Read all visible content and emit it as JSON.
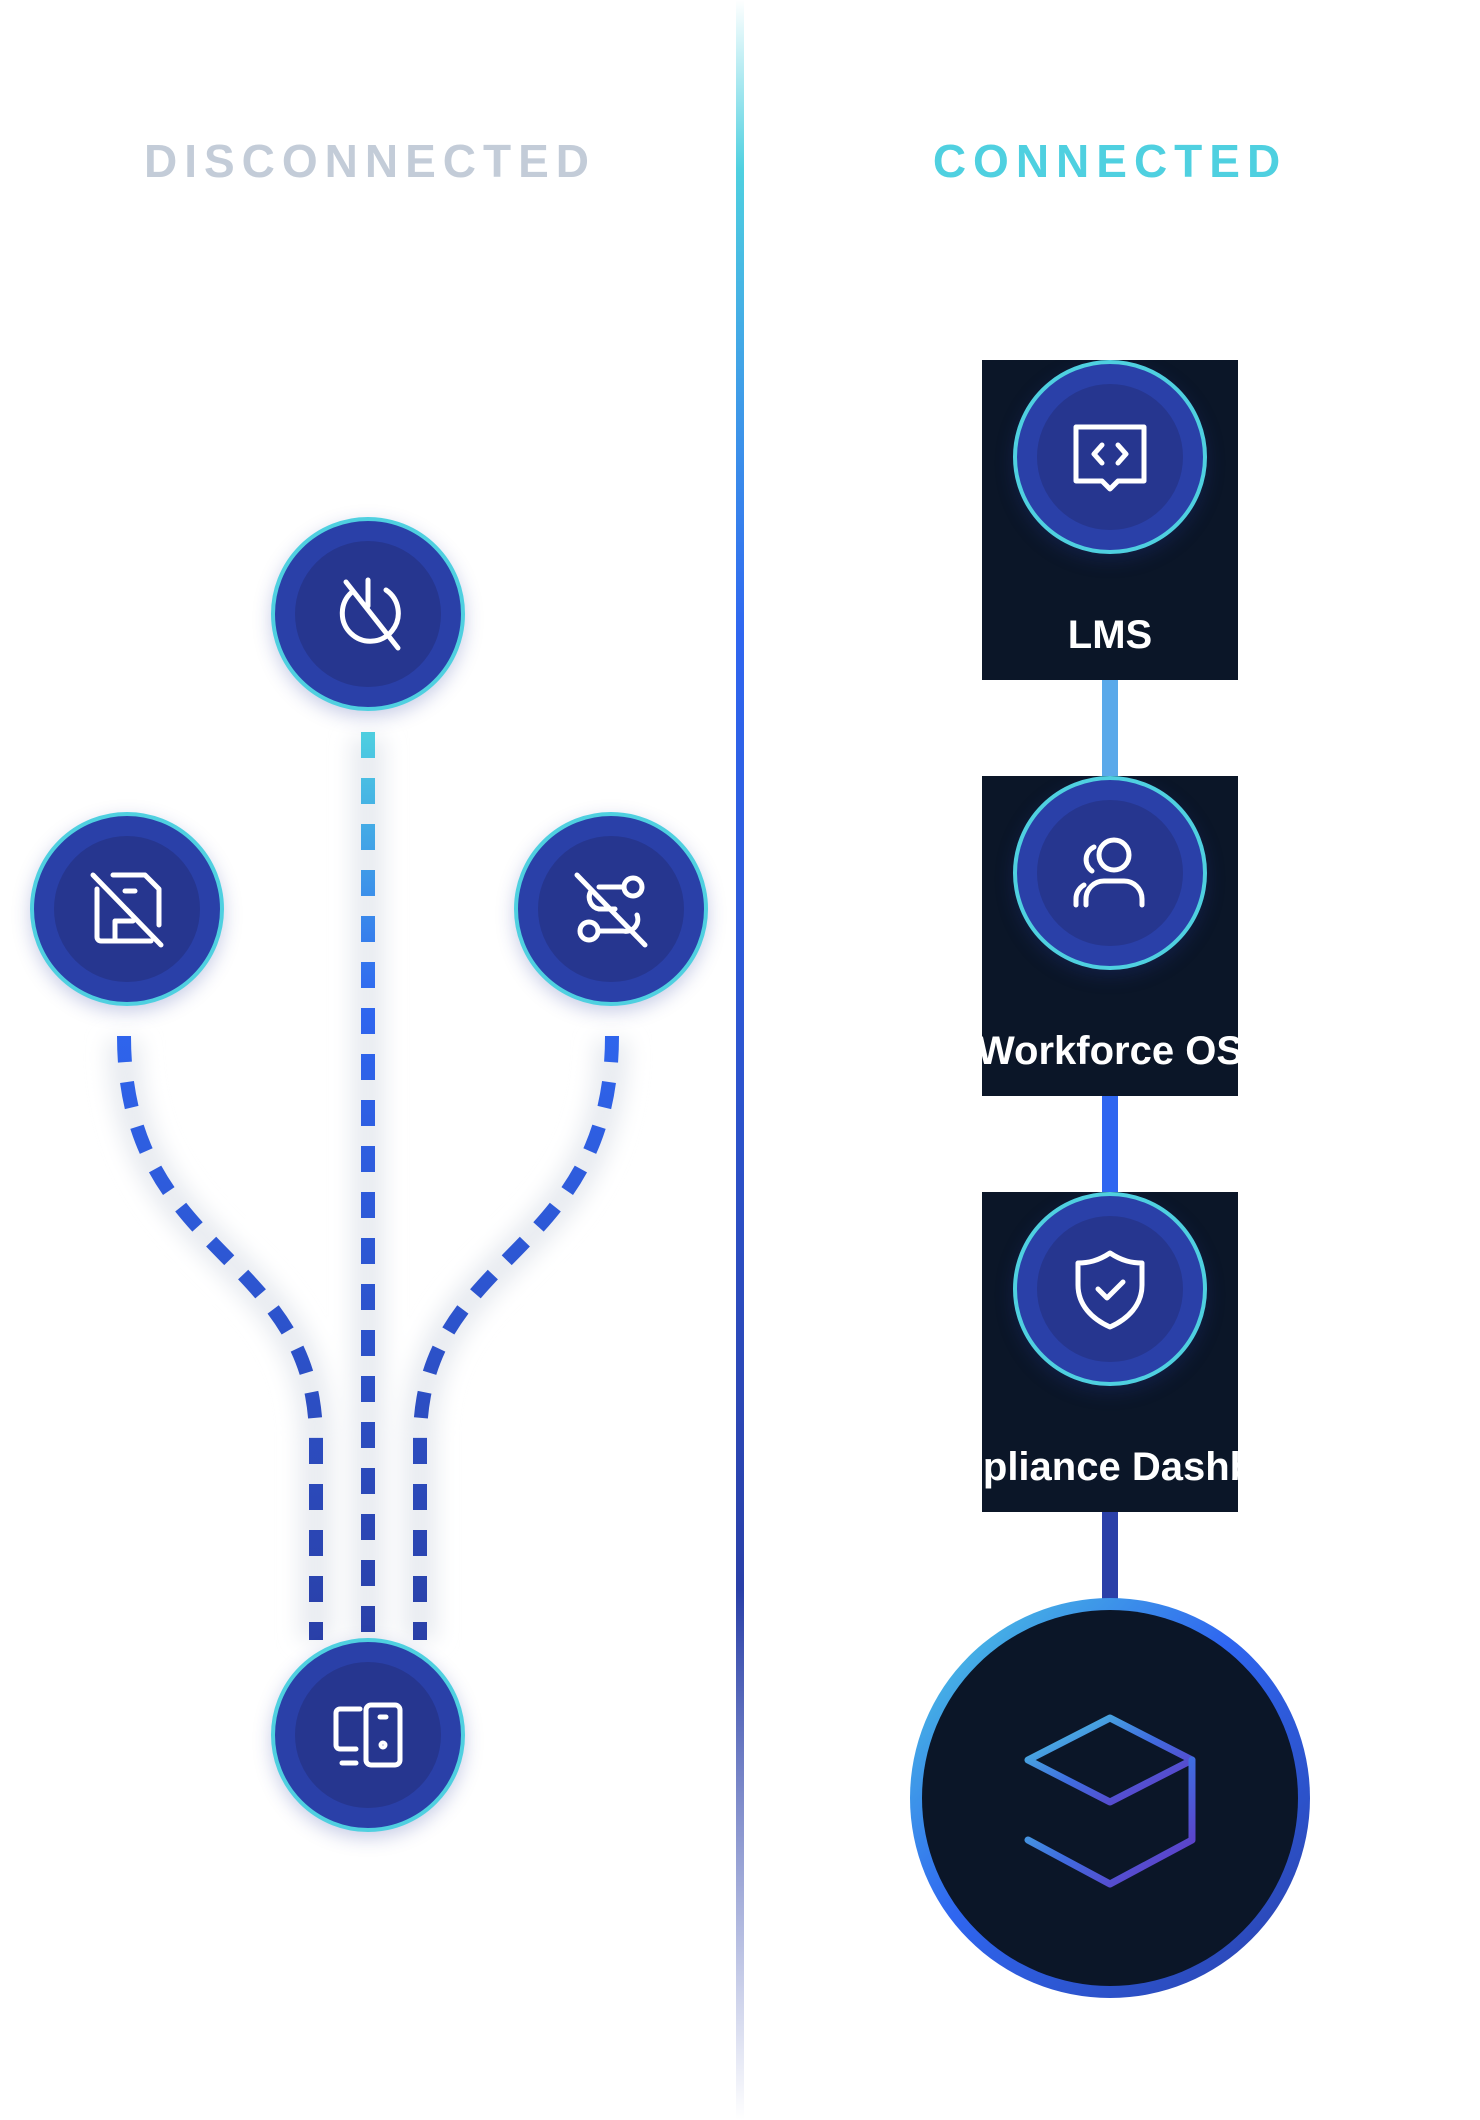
{
  "headings": {
    "disconnected": "DISCONNECTED",
    "connected": "CONNECTED"
  },
  "disconnected_nodes": [
    {
      "icon": "plug-off-icon"
    },
    {
      "icon": "file-off-icon"
    },
    {
      "icon": "workflow-off-icon"
    },
    {
      "icon": "devices-icon"
    }
  ],
  "connected_cards": [
    {
      "label": "LMS",
      "icon": "book-code-icon"
    },
    {
      "label": "Workforce OS",
      "icon": "user-icon"
    },
    {
      "label": "Compliance Dashboards",
      "icon": "shield-check-icon"
    }
  ],
  "core": {
    "icon": "cube-icon"
  },
  "colors": {
    "node_fill": "#2a40a8",
    "node_inner": "#26368f",
    "node_ring": "#4fd0e0",
    "card_bg": "#0b1628",
    "dash_top": "#4fd0e0",
    "dash_mid": "#2f66f0",
    "dash_bottom": "#2a40a8",
    "heading_muted": "#c3ccd8",
    "heading_accent": "#4fd0e0"
  }
}
